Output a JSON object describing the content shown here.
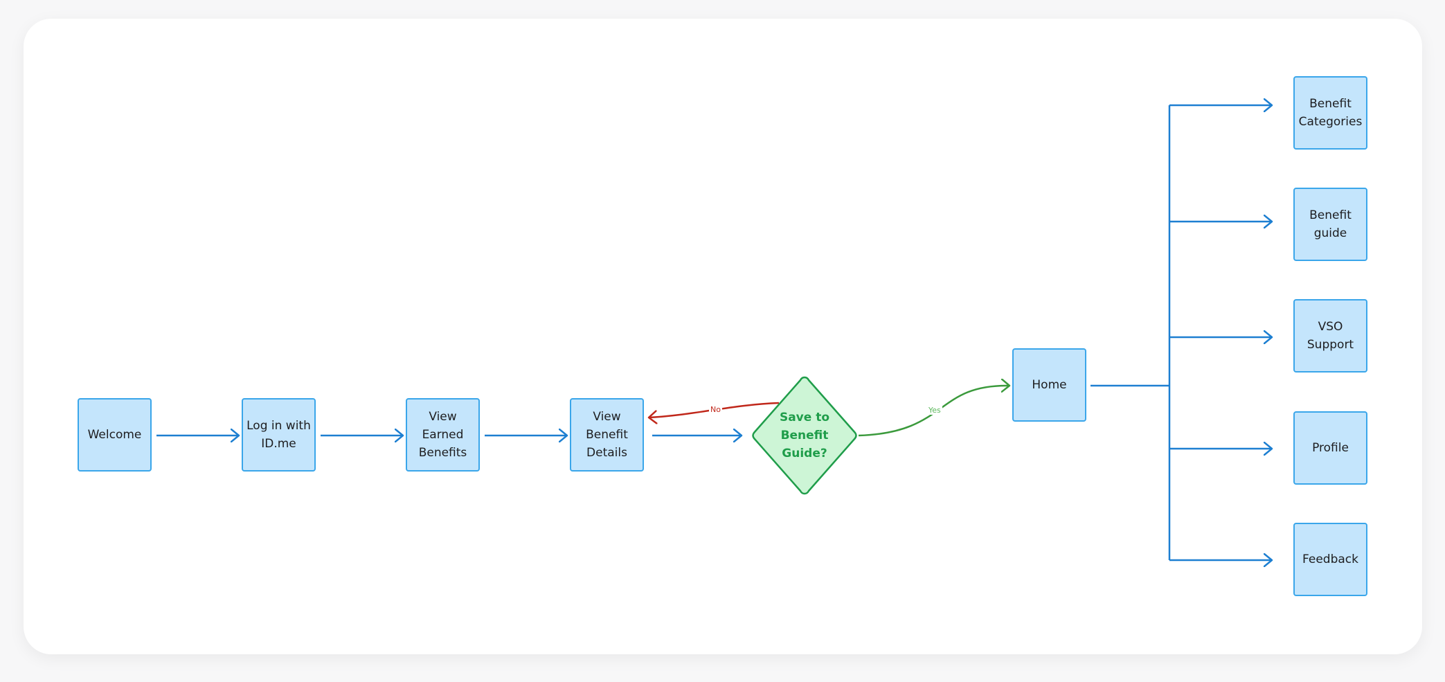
{
  "nodes": {
    "welcome": "Welcome",
    "login": "Log in with\nID.me",
    "earned": "View\nEarned\nBenefits",
    "details": "View\nBenefit\nDetails",
    "decision": "Save to\nBenefit\nGuide?",
    "home": "Home",
    "categories": "Benefit\nCategories",
    "guide": "Benefit\nguide",
    "vso": "VSO\nSupport",
    "profile": "Profile",
    "feedback": "Feedback"
  },
  "edge_labels": {
    "no": "No",
    "yes": "Yes"
  },
  "colors": {
    "node_fill": "#c4e5fc",
    "node_border": "#3aa6ea",
    "arrow": "#1d7fd1",
    "decision_fill": "#cdf5d6",
    "decision_border": "#1f9d4a",
    "no_path": "#c0271a",
    "yes_path": "#3b9a3c"
  }
}
